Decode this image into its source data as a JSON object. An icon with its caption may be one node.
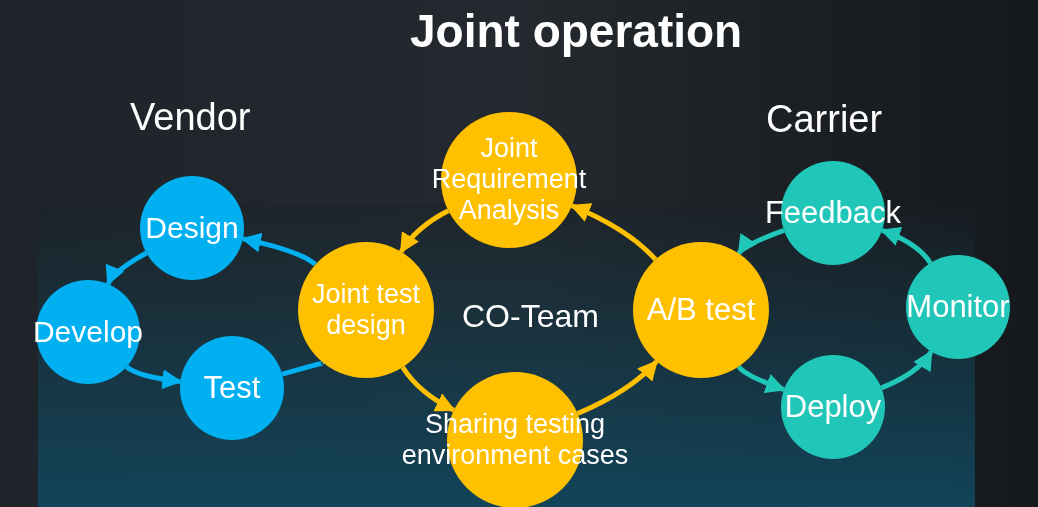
{
  "diagram": {
    "title": "Joint operation",
    "nodes": [
      {
        "text": [
          "Design"
        ]
      },
      {
        "text": [
          "Develop"
        ]
      },
      {
        "text": [
          "Test"
        ]
      },
      {
        "text": [
          "Joint test design"
        ]
      },
      {
        "text": [
          "Joint Requirement Analysis"
        ]
      },
      {
        "text": [
          "Sharing testing environment cases"
        ]
      },
      {
        "text": [
          "A/B test"
        ]
      },
      {
        "text": [
          "Feedback"
        ]
      },
      {
        "text": [
          "Monitor"
        ]
      },
      {
        "text": [
          "Deploy"
        ]
      }
    ],
    "edges": [
      {
        "from": 3,
        "to": 0,
        "arrow": "to",
        "color": "#00b0f0"
      },
      {
        "from": 0,
        "to": 1,
        "arrow": "to",
        "color": "#00b0f0"
      },
      {
        "from": 1,
        "to": 2,
        "arrow": "to",
        "color": "#00b0f0"
      },
      {
        "from": 2,
        "to": 3,
        "arrow": "to",
        "color": "#00b0f0"
      },
      {
        "from": 6,
        "to": 4,
        "arrow": "to",
        "color": "#ffc000"
      },
      {
        "from": 4,
        "to": 3,
        "arrow": "to",
        "color": "#ffc000"
      },
      {
        "from": 3,
        "to": 5,
        "arrow": "to",
        "color": "#ffc000"
      },
      {
        "from": 5,
        "to": 6,
        "arrow": "to",
        "color": "#ffc000"
      },
      {
        "from": 8,
        "to": 7,
        "arrow": "to",
        "color": "#20c6b8"
      },
      {
        "from": 7,
        "to": 6,
        "arrow": "to",
        "color": "#20c6b8"
      },
      {
        "from": 6,
        "to": 9,
        "arrow": "to",
        "color": "#20c6b8"
      },
      {
        "from": 9,
        "to": 8,
        "arrow": "to",
        "color": "#20c6b8"
      }
    ],
    "labels": [
      "Vendor",
      "Carrier",
      "CO-Team"
    ]
  }
}
